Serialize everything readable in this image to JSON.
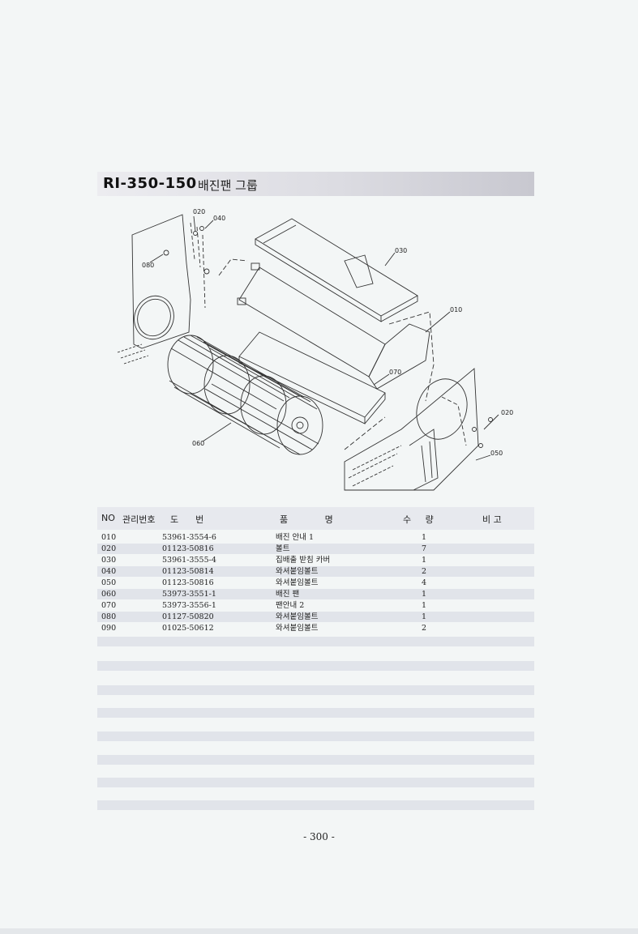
{
  "title": {
    "code": "RI-350-150",
    "name": "배진팬 그룹"
  },
  "diagram": {
    "callouts": [
      "020",
      "040",
      "080",
      "030",
      "010",
      "070",
      "060",
      "020",
      "050"
    ]
  },
  "table": {
    "headers": {
      "no": "NO",
      "mgmt": "관리번호",
      "drawing": "도      번",
      "name": "품             명",
      "qty": "수     량",
      "remark": "비 고"
    },
    "rows": [
      {
        "no": "010",
        "drawing": "53961-3554-6",
        "name": "배진 안내 1",
        "qty": "1"
      },
      {
        "no": "020",
        "drawing": "01123-50816",
        "name": "볼트",
        "qty": "7"
      },
      {
        "no": "030",
        "drawing": "53961-3555-4",
        "name": "집배출 받침 카버",
        "qty": "1"
      },
      {
        "no": "040",
        "drawing": "01123-50814",
        "name": "와셔붙임볼트",
        "qty": "2"
      },
      {
        "no": "050",
        "drawing": "01123-50816",
        "name": "와셔붙임볼트",
        "qty": "4"
      },
      {
        "no": "060",
        "drawing": "53973-3551-1",
        "name": "배진 팬",
        "qty": "1"
      },
      {
        "no": "070",
        "drawing": "53973-3556-1",
        "name": "팬안내 2",
        "qty": "1"
      },
      {
        "no": "080",
        "drawing": "01127-50820",
        "name": "와셔붙임볼트",
        "qty": "1"
      },
      {
        "no": "090",
        "drawing": "01025-50612",
        "name": "와셔붙임볼트",
        "qty": "2"
      }
    ]
  },
  "page_number": "- 300 -"
}
